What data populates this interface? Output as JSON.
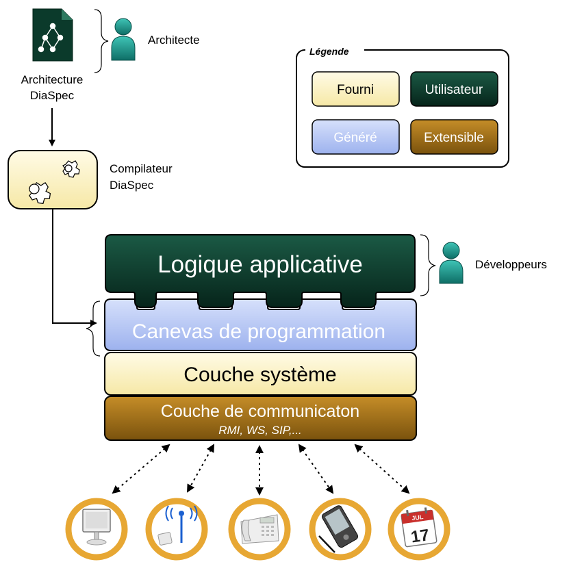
{
  "architect": {
    "doc_label_line1": "Architecture",
    "doc_label_line2": "DiaSpec",
    "role": "Architecte"
  },
  "compiler": {
    "label_line1": "Compilateur",
    "label_line2": "DiaSpec"
  },
  "legend": {
    "title": "Légende",
    "items": [
      {
        "label": "Fourni",
        "color": "#fbf2c4"
      },
      {
        "label": "Utilisateur",
        "color": "#0b3a2b"
      },
      {
        "label": "Généré",
        "color": "#b8c8f5"
      },
      {
        "label": "Extensible",
        "color": "#9a6b16"
      }
    ]
  },
  "layers": {
    "application": "Logique applicative",
    "framework": "Canevas de programmation",
    "system": "Couche système",
    "communication": "Couche de communicaton",
    "protocols": "RMI, WS, SIP,..."
  },
  "developers": {
    "role": "Développeurs"
  },
  "devices": [
    {
      "icon": "imac-computer-icon"
    },
    {
      "icon": "wireless-sensor-icon"
    },
    {
      "icon": "telephone-icon"
    },
    {
      "icon": "pda-icon"
    },
    {
      "icon": "calendar-icon",
      "month": "JUL",
      "day": "17"
    }
  ],
  "colors": {
    "user": "#0b3a2b",
    "provided": "#fbf2c4",
    "generated": "#b8c8f5",
    "extensible": "#9a6b16",
    "device_ring": "#e7a733",
    "person": "#1a9a8e"
  }
}
